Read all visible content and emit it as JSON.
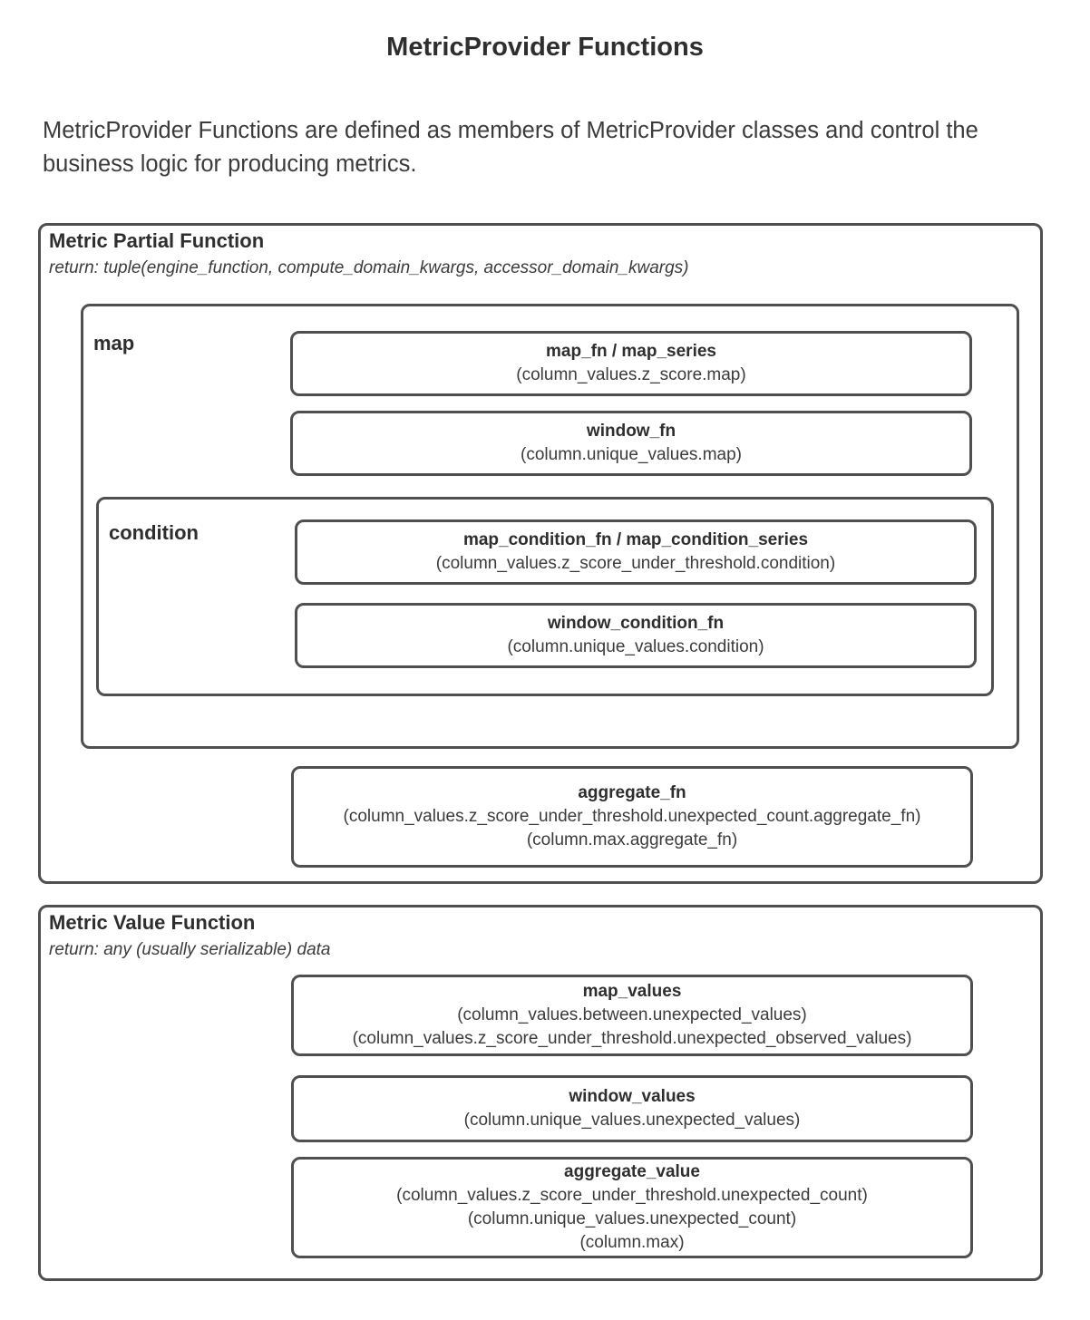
{
  "header": {
    "title": "MetricProvider Functions",
    "intro": "MetricProvider Functions are defined as members of MetricProvider classes and control the business logic for producing metrics."
  },
  "metric_partial_function": {
    "title": "Metric Partial Function",
    "return_note": "return: tuple(engine_function, compute_domain_kwargs, accessor_domain_kwargs)",
    "map_group_label": "map",
    "condition_group_label": "condition",
    "map_fn": {
      "title": "map_fn / map_series",
      "lines": [
        "(column_values.z_score.map)"
      ]
    },
    "window_fn": {
      "title": "window_fn",
      "lines": [
        "(column.unique_values.map)"
      ]
    },
    "map_condition_fn": {
      "title": "map_condition_fn / map_condition_series",
      "lines": [
        "(column_values.z_score_under_threshold.condition)"
      ]
    },
    "window_condition_fn": {
      "title": "window_condition_fn",
      "lines": [
        "(column.unique_values.condition)"
      ]
    },
    "aggregate_fn": {
      "title": "aggregate_fn",
      "lines": [
        "(column_values.z_score_under_threshold.unexpected_count.aggregate_fn)",
        "(column.max.aggregate_fn)"
      ]
    }
  },
  "metric_value_function": {
    "title": "Metric Value Function",
    "return_note": "return: any (usually serializable) data",
    "map_values": {
      "title": "map_values",
      "lines": [
        "(column_values.between.unexpected_values)",
        "(column_values.z_score_under_threshold.unexpected_observed_values)"
      ]
    },
    "window_values": {
      "title": "window_values",
      "lines": [
        "(column.unique_values.unexpected_values)"
      ]
    },
    "aggregate_value": {
      "title": "aggregate_value",
      "lines": [
        "(column_values.z_score_under_threshold.unexpected_count)",
        "(column.unique_values.unexpected_count)",
        "(column.max)"
      ]
    }
  }
}
